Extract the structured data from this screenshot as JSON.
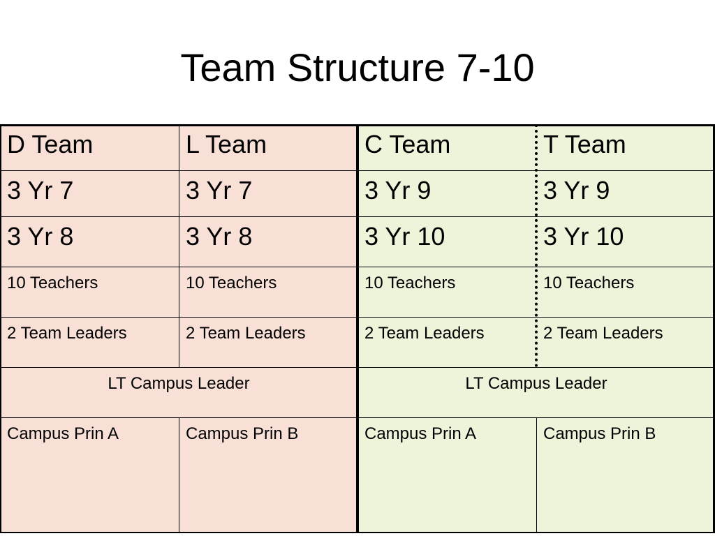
{
  "title": "Team Structure 7-10",
  "table": {
    "rows": [
      [
        "D Team",
        "L Team",
        "C Team",
        "T Team"
      ],
      [
        "3  Yr 7",
        "3 Yr 7",
        "3 Yr 9",
        "3 Yr 9"
      ],
      [
        "3  Yr 8",
        "3 Yr 8",
        "3 Yr 10",
        "3 Yr 10"
      ],
      [
        "10 Teachers",
        "10 Teachers",
        "10 Teachers",
        "10 Teachers"
      ],
      [
        "2 Team Leaders",
        "2 Team Leaders",
        "2 Team Leaders",
        "2 Team Leaders"
      ]
    ],
    "merged_row": [
      "LT Campus Leader",
      "LT Campus Leader"
    ],
    "last_row": [
      "Campus Prin A",
      "Campus Prin B",
      "Campus Prin A",
      "Campus Prin B"
    ]
  },
  "colors": {
    "left_panel": "#f8e0d6",
    "right_panel": "#eef4da"
  }
}
